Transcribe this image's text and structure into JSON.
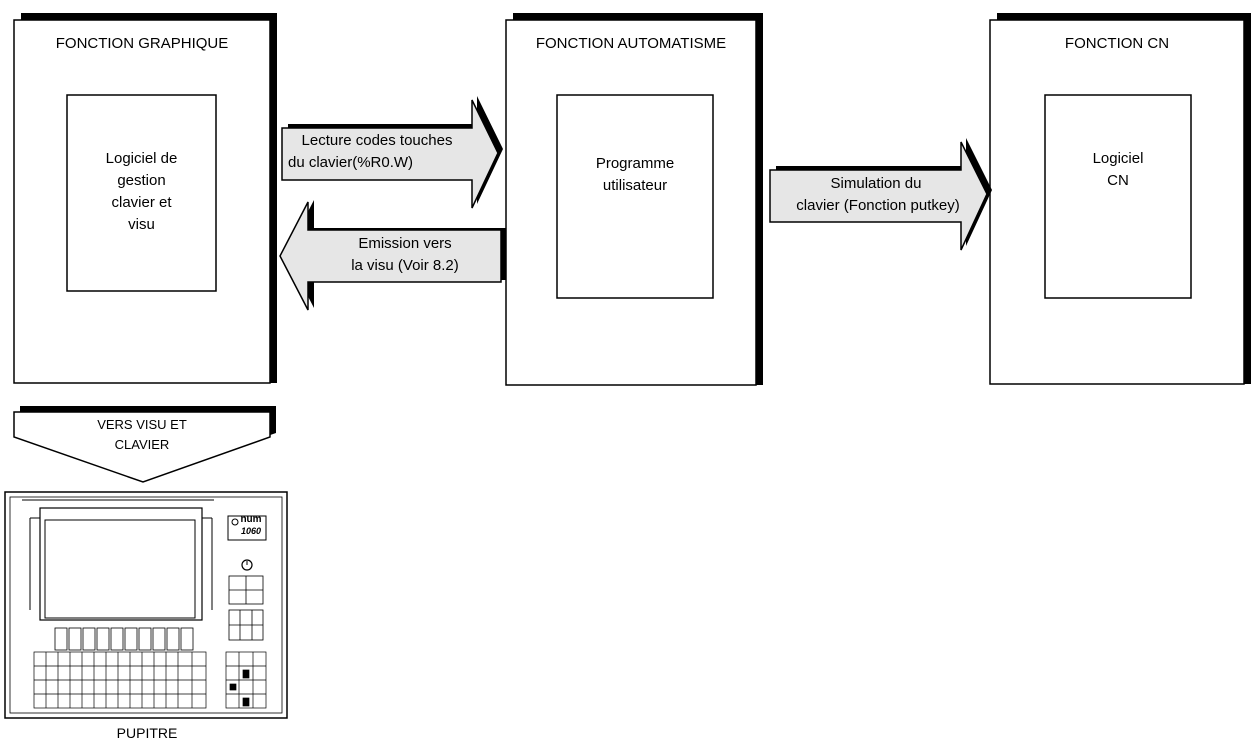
{
  "blocks": {
    "graphique": {
      "title": "FONCTION GRAPHIQUE",
      "inner_line1": "Logiciel de",
      "inner_line2": "gestion",
      "inner_line3": "clavier et",
      "inner_line4": "visu"
    },
    "automatisme": {
      "title": "FONCTION AUTOMATISME",
      "inner_line1": "Programme",
      "inner_line2": "utilisateur"
    },
    "cn": {
      "title": "FONCTION CN",
      "inner_line1": "Logiciel",
      "inner_line2": "CN"
    }
  },
  "arrows": {
    "lecture": {
      "line1": "Lecture codes touches",
      "line2": "du clavier(%R0.W)"
    },
    "emission": {
      "line1": "Emission vers",
      "line2": "la visu (Voir 8.2)"
    },
    "simulation": {
      "line1": "Simulation du",
      "line2": "clavier (Fonction putkey)"
    },
    "vers_visu": {
      "line1": "VERS VISU ET",
      "line2": "CLAVIER"
    }
  },
  "console": {
    "caption": "PUPITRE",
    "logo_text": "num",
    "logo_model": "1060"
  },
  "colors": {
    "arrow_fill": "#e6e6e6",
    "stroke": "#000000",
    "shadow": "#000000"
  }
}
